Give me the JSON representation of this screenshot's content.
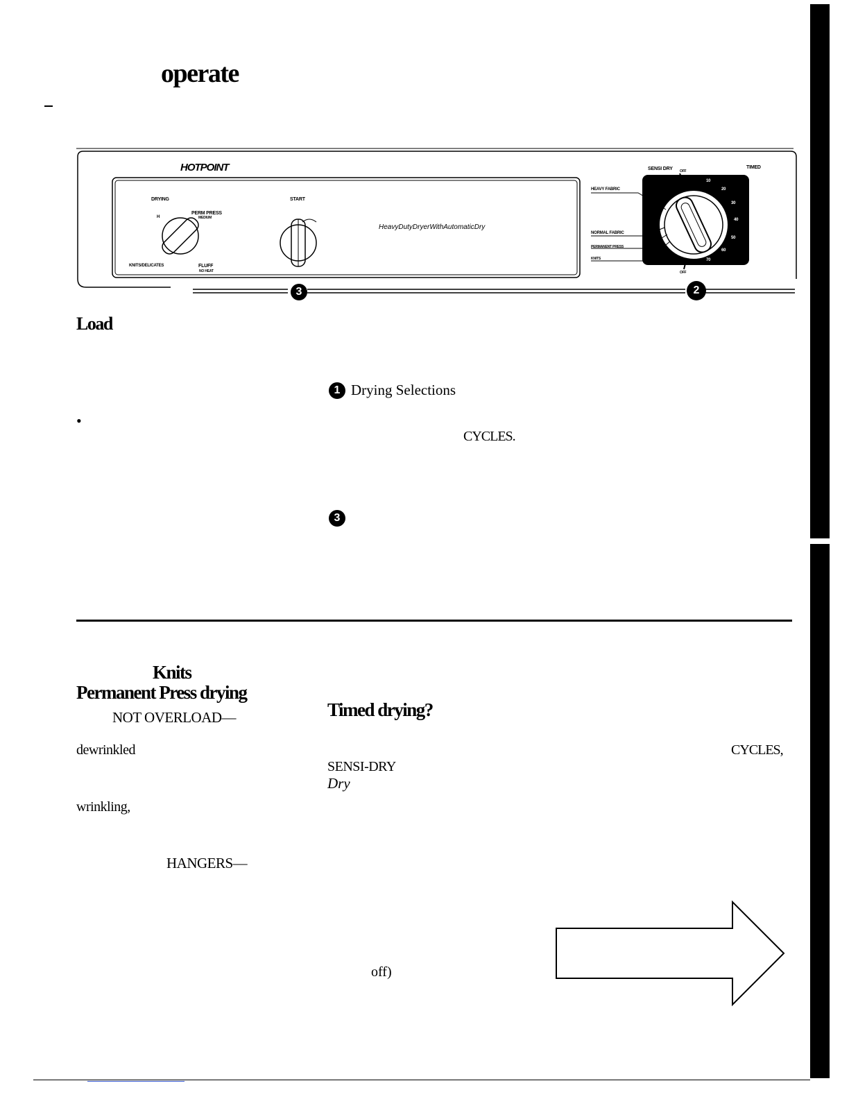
{
  "page": {
    "title_word": "operate",
    "panel": {
      "brand": "HOTPOINT",
      "drying_label": "DRYING",
      "drying_h": "H",
      "perm_press": "PERM PRESS",
      "medium": "MEDIUM",
      "knits_delicates": "KNITS/DELICATES",
      "fluff": "FLUFF",
      "no_heat": "NO HEAT",
      "start_label": "START",
      "model_text": "HeavyDutyDryerWithAutomaticDry",
      "sensi_dry": "SENSI DRY",
      "off_top": "OFF",
      "timed": "TIMED",
      "heavy_fabric": "HEAVY FABRIC",
      "normal_fabric": "NORMAL FABRIC",
      "permanent_press": "PERMANENT PRESS",
      "knits": "KNITS",
      "off_bottom": "OFF",
      "dial_numbers": [
        "10",
        "20",
        "30",
        "40",
        "50",
        "60",
        "70"
      ],
      "badge_3": "3",
      "badge_2": "2"
    },
    "load_heading": "Load",
    "bullet": "•",
    "drying_selections_badge": "1",
    "drying_selections": "Drying Selections",
    "cycles_1": "CYCLES.",
    "badge_3_body": "3",
    "knits_heading": "Knits",
    "permanent_press_heading": "Permanent Press drying",
    "not_overload": "NOT OVERLOAD—",
    "dewrinkled": "dewrinkled",
    "wrinkling": "wrinkling,",
    "hangers": "HANGERS—",
    "timed_drying_heading": "Timed drying?",
    "cycles_2": "CYCLES,",
    "sensi_dry_body": "SENSI-DRY",
    "dry_italic": "Dry",
    "off_paren": "off)"
  }
}
